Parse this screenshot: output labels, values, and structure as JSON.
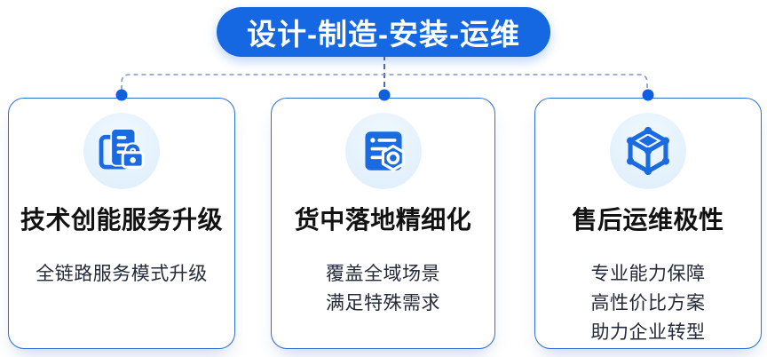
{
  "header": {
    "label": "设计-制造-安装-运维"
  },
  "colors": {
    "primary_blue": "#1567e2",
    "icon_blue": "#1a6ae0",
    "card_border": "#2f6fd4",
    "dash_light": "#7d95d2",
    "dash_dark": "#44549e",
    "node_dot": "#1060dd",
    "icon_circle_bg": "#e3f1fc",
    "title_text": "#121212",
    "desc_text": "#242b3a"
  },
  "cards": [
    {
      "icon": "documents-lock-icon",
      "title": "技术创能服务升级",
      "desc": [
        "全链路服务模式升级"
      ]
    },
    {
      "icon": "document-gear-icon",
      "title": "货中落地精细化",
      "desc": [
        "覆盖全域场景",
        "满足特殊需求"
      ]
    },
    {
      "icon": "cube-network-icon",
      "title": "售后运维极性",
      "desc": [
        "专业能力保障",
        "高性价比方案",
        "助力企业转型"
      ]
    }
  ]
}
